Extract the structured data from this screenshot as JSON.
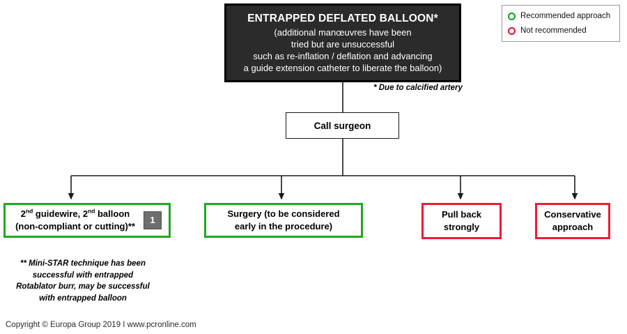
{
  "diagram": {
    "title_box": {
      "title": "ENTRAPPED DEFLATED BALLOON*",
      "line1": "(additional manœuvres have been",
      "line2": "tried but are unsuccessful",
      "line3": "such as re-inflation / deflation and advancing",
      "line4": "a guide extension catheter to liberate the balloon)",
      "bg_color": "#2b2b2b",
      "text_color": "#ffffff"
    },
    "footnote_calcified": "* Due to calcified artery",
    "legend": {
      "items": [
        {
          "label": "Recommended approach",
          "marker": "circle-outline-icon",
          "color": "#0aa01e"
        },
        {
          "label": "Not recommended",
          "marker": "circle-outline-icon",
          "color": "#e8112d"
        }
      ]
    },
    "middle_box": {
      "label": "Call surgeon"
    },
    "options": [
      {
        "id": "second-guidewire",
        "line1_pre": "2",
        "line1_sup": "nd",
        "line1_mid": " guidewire, 2",
        "line1_sup2": "nd",
        "line1_post": " balloon",
        "line2": "(non-compliant or cutting)**",
        "badge": "1",
        "status": "recommended",
        "color": "#22a820"
      },
      {
        "id": "surgery",
        "line1": "Surgery (to be considered",
        "line2": "early in the procedure)",
        "status": "recommended",
        "color": "#22a820"
      },
      {
        "id": "pull-back-strongly",
        "line1": "Pull back",
        "line2": "strongly",
        "status": "not-recommended",
        "color": "#ed1c34"
      },
      {
        "id": "conservative-approach",
        "line1": "Conservative",
        "line2": "approach",
        "status": "not-recommended",
        "color": "#ed1c34"
      }
    ],
    "footnote_ministar": {
      "line1": "** Mini-STAR technique has been",
      "line2": "successful with entrapped",
      "line3": "Rotablator burr, may be successful",
      "line4": "with entrapped balloon"
    },
    "copyright": "Copyright © Europa Group 2019 I www.pcronline.com"
  }
}
